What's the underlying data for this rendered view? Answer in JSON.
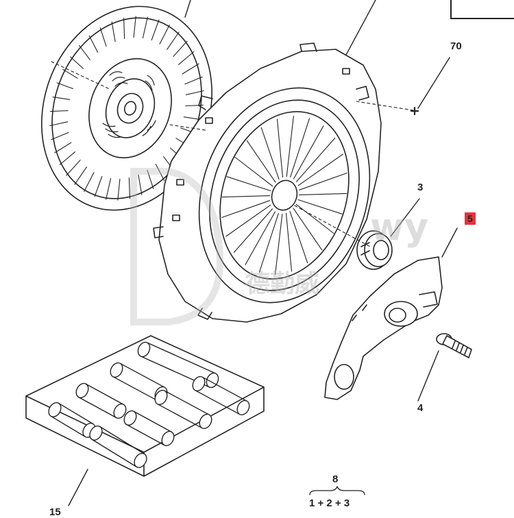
{
  "labels": {
    "part_70": "70",
    "part_3": "3",
    "part_5": "5",
    "part_4": "4",
    "part_15": "15",
    "part_8": "8",
    "formula": "1 + 2 + 3"
  },
  "watermark": {
    "latin": "wy",
    "cjk": "德勤威"
  },
  "colors": {
    "line": "#222222",
    "highlight": "#e8323c",
    "watermark": "#b4b4b4"
  }
}
